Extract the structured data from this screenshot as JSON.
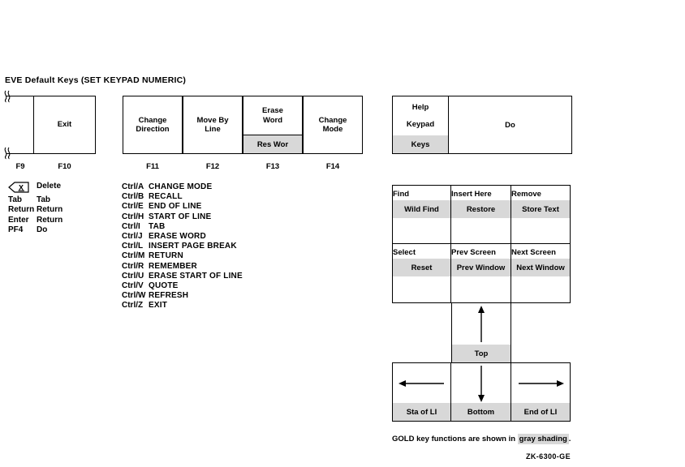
{
  "title": "EVE Default Keys (SET KEYPAD NUMERIC)",
  "colors": {
    "gold_shading": "#d8d8d8",
    "line": "#000000"
  },
  "fkey_row": {
    "partial": {
      "fkey_label": "F9"
    },
    "exit": {
      "label": "Exit",
      "fkey_label": "F10"
    },
    "group": [
      {
        "label": "Change Direction",
        "gold": "",
        "fkey_label": "F11"
      },
      {
        "label": "Move By Line",
        "gold": "",
        "fkey_label": "F12"
      },
      {
        "label": "Erase Word",
        "gold": "Res Wor",
        "fkey_label": "F13"
      },
      {
        "label": "Change Mode",
        "gold": "",
        "fkey_label": "F14"
      }
    ]
  },
  "help_do_block": {
    "help_line1": "Help",
    "help_line2": "Keypad",
    "help_gold": "Keys",
    "do_label": "Do"
  },
  "key_bindings": {
    "rows": [
      {
        "key": "X",
        "function": "Delete"
      },
      {
        "key": "Tab",
        "function": "Tab"
      },
      {
        "key": "Return",
        "function": "Return"
      },
      {
        "key": "Enter",
        "function": "Return"
      },
      {
        "key": "PF4",
        "function": "Do"
      }
    ]
  },
  "ctrl_bindings": {
    "rows": [
      {
        "key": "Ctrl/A",
        "function": "CHANGE MODE"
      },
      {
        "key": "Ctrl/B",
        "function": "RECALL"
      },
      {
        "key": "Ctrl/E",
        "function": "END OF LINE"
      },
      {
        "key": "Ctrl/H",
        "function": "START OF LINE"
      },
      {
        "key": "Ctrl/I",
        "function": "TAB"
      },
      {
        "key": "Ctrl/J",
        "function": "ERASE WORD"
      },
      {
        "key": "Ctrl/L",
        "function": "INSERT PAGE BREAK"
      },
      {
        "key": "Ctrl/M",
        "function": "RETURN"
      },
      {
        "key": "Ctrl/R",
        "function": "REMEMBER"
      },
      {
        "key": "Ctrl/U",
        "function": "ERASE START OF LINE"
      },
      {
        "key": "Ctrl/V",
        "function": "QUOTE"
      },
      {
        "key": "Ctrl/W",
        "function": "REFRESH"
      },
      {
        "key": "Ctrl/Z",
        "function": "EXIT"
      }
    ]
  },
  "keypad": {
    "row1": [
      {
        "label": "Find",
        "gold": "Wild Find"
      },
      {
        "label": "Insert Here",
        "gold": "Restore"
      },
      {
        "label": "Remove",
        "gold": "Store Text"
      }
    ],
    "row2": [
      {
        "label": "Select",
        "gold": "Reset"
      },
      {
        "label": "Prev Screen",
        "gold": "Prev Window"
      },
      {
        "label": "Next Screen",
        "gold": "Next Window"
      }
    ],
    "up_cell": {
      "gold": "Top"
    },
    "arrow_row": [
      {
        "arrow": "left",
        "gold": "Sta of LI"
      },
      {
        "arrow": "down",
        "gold": "Bottom"
      },
      {
        "arrow": "right",
        "gold": "End of LI"
      }
    ]
  },
  "footer": {
    "note_prefix": "GOLD key functions are shown in ",
    "note_highlight": "gray shading",
    "note_suffix": ".",
    "figure_code": "ZK-6300-GE"
  }
}
